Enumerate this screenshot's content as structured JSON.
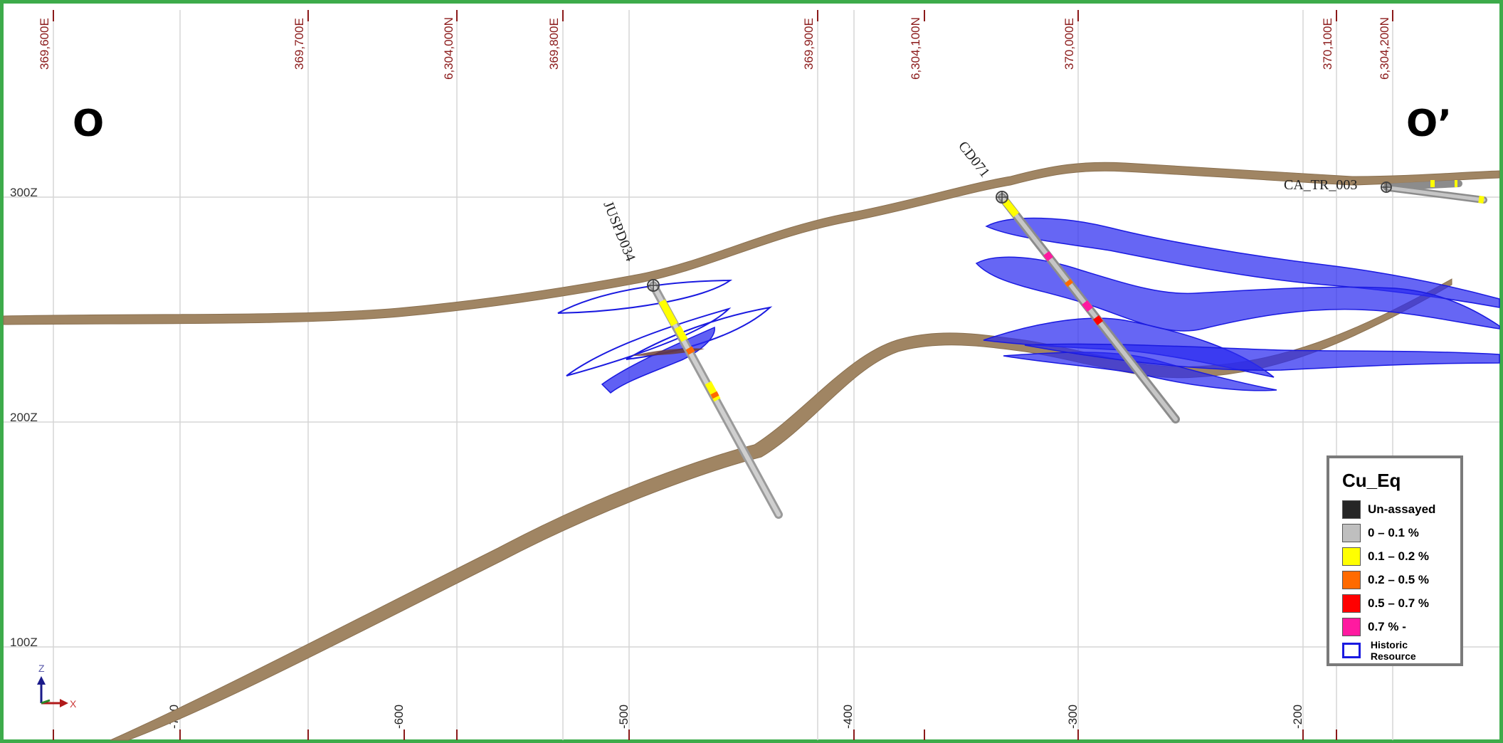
{
  "section": {
    "left_label": "O",
    "right_label": "O’"
  },
  "top_axis": {
    "ticks": [
      "369,600E",
      "369,700E",
      "6,304,000N",
      "369,800E",
      "369,900E",
      "6,304,100N",
      "370,000E",
      "370,100E",
      "6,304,200N"
    ]
  },
  "bottom_axis": {
    "ticks": [
      "-700",
      "-600",
      "-500",
      "-400",
      "-300",
      "-200"
    ]
  },
  "elevation_labels": [
    "300Z",
    "200Z",
    "100Z"
  ],
  "axis_gizmo": {
    "z": "Z",
    "x": "X"
  },
  "drillholes": [
    {
      "name": "JUSPD034"
    },
    {
      "name": "CD071"
    },
    {
      "name": "CA_TR_003"
    }
  ],
  "legend": {
    "title": "Cu_Eq",
    "items": [
      {
        "label": "Un-assayed",
        "color": "#262626"
      },
      {
        "label": "0 – 0.1 %",
        "color": "#bfbfbf"
      },
      {
        "label": "0.1 – 0.2 %",
        "color": "#ffff00"
      },
      {
        "label": "0.2 – 0.5 %",
        "color": "#ff6a00"
      },
      {
        "label": "0.5 – 0.7 %",
        "color": "#ff0000"
      },
      {
        "label": "0.7 % -",
        "color": "#ff1aa0"
      }
    ],
    "outline_item": {
      "label": "Historic Resource",
      "color": "#1a1ae0"
    }
  },
  "colors": {
    "frame": "#3dab4a",
    "terrain": "#a08563",
    "resource_fill": "#2b2bf0",
    "grid": "#d0d0d0"
  }
}
